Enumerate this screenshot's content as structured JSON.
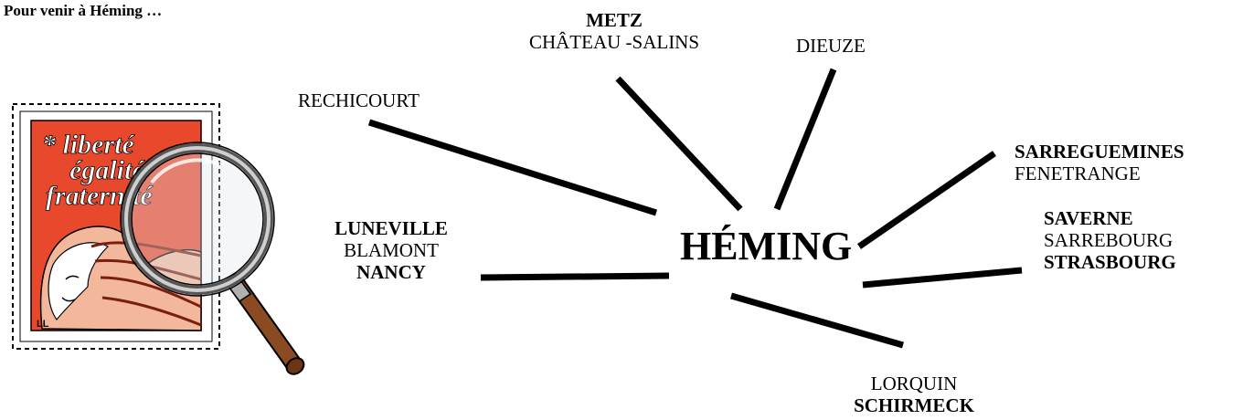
{
  "title": "Pour venir à Héming …",
  "center": "HÉMING",
  "destinations": {
    "metz_group": {
      "metz": "METZ",
      "chateau_salins": "CHÂTEAU -SALINS"
    },
    "dieuze": "DIEUZE",
    "rechicourt": "RECHICOURT",
    "sarreguemines_group": {
      "sarreguemines": "SARREGUEMINES",
      "fenetrange": "FENETRANGE"
    },
    "saverne_group": {
      "saverne": "SAVERNE",
      "sarrebourg": "SARREBOURG",
      "strasbourg": "STRASBOURG"
    },
    "luneville_group": {
      "luneville": "LUNEVILLE",
      "blamont": "BLAMONT",
      "nancy": "NANCY"
    },
    "lorquin_group": {
      "lorquin": "LORQUIN",
      "schirmeck": "SCHIRMECK"
    }
  },
  "illustration": {
    "stamp_text": [
      "liberté",
      "égalité",
      "fraternité"
    ],
    "stamp_color": "#e8492d",
    "signature": "LL"
  }
}
